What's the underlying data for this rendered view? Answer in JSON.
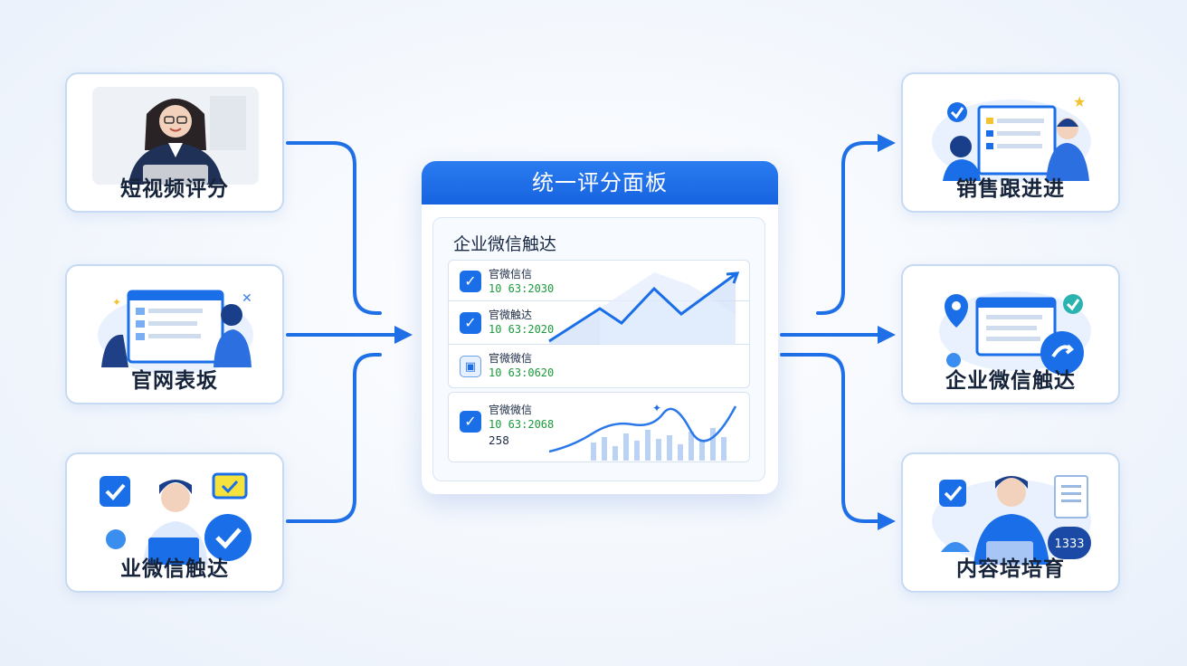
{
  "panel": {
    "title": "统一评分面板",
    "section_title": "企业微信触达",
    "rows": [
      {
        "name": "官微信信",
        "value": "10 63:2030",
        "icon": "check-icon"
      },
      {
        "name": "官微触达",
        "value": "10 63:2020",
        "icon": "check-icon"
      },
      {
        "name": "官微微信",
        "value": "10 63:0620",
        "icon": "image-icon"
      },
      {
        "name": "官微微信",
        "value": "10 63:2068",
        "extra": "258",
        "icon": "check-icon"
      }
    ]
  },
  "inputs": [
    {
      "label": "短视频评分"
    },
    {
      "label": "官网表坂"
    },
    {
      "label": "业微信触达"
    }
  ],
  "outputs": [
    {
      "label": "销售跟进进"
    },
    {
      "label": "企业微信触达"
    },
    {
      "label": "内容培培育",
      "badge": "1333"
    }
  ],
  "colors": {
    "accent": "#1a6fe8",
    "arrow": "#1f6fe6",
    "card_border": "#c6daf3"
  }
}
